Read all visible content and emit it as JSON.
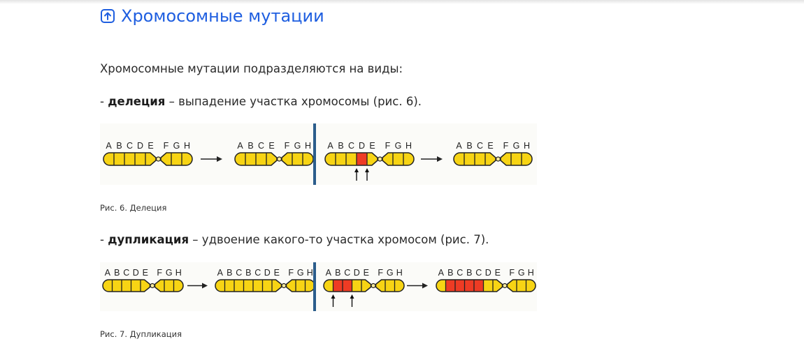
{
  "heading": {
    "title": "Хромосомные мутации",
    "icon": "arrow-up-square-icon",
    "color": "#1e5ee0"
  },
  "intro": "Хромосомные мутации подразделяются на виды:",
  "items": [
    {
      "dash": "- ",
      "term": "делеция",
      "desc": " – выпадение участка хромосомы (рис. 6).",
      "caption": "Рис. 6. Делеция"
    },
    {
      "dash": "- ",
      "term": "дупликация",
      "desc": " – удвоение какого-то участка хромосом (рис. 7).",
      "caption": "Рис. 7. Дупликация"
    }
  ],
  "colors": {
    "yellow": "#f7d414",
    "red": "#ee3b24",
    "divider": "#2b5d8c"
  },
  "figures": [
    {
      "chromosomes": [
        {
          "left": [
            "A",
            "B",
            "C",
            "D",
            "E"
          ],
          "right": [
            "F",
            "G",
            "H"
          ],
          "red": [],
          "arrows": []
        },
        {
          "left": [
            "A",
            "B",
            "C",
            "E"
          ],
          "right": [
            "F",
            "G",
            "H"
          ],
          "red": [],
          "arrows": []
        },
        {
          "left": [
            "A",
            "B",
            "C",
            "D",
            "E"
          ],
          "right": [
            "F",
            "G",
            "H"
          ],
          "red": [
            3
          ],
          "arrows": [
            3,
            4
          ]
        },
        {
          "left": [
            "A",
            "B",
            "C",
            "E"
          ],
          "right": [
            "F",
            "G",
            "H"
          ],
          "red": [],
          "arrows": []
        }
      ]
    },
    {
      "chromosomes": [
        {
          "left": [
            "A",
            "B",
            "C",
            "D",
            "E"
          ],
          "right": [
            "F",
            "G",
            "H"
          ],
          "red": [],
          "arrows": []
        },
        {
          "left": [
            "A",
            "B",
            "C",
            "B",
            "C",
            "D",
            "E"
          ],
          "right": [
            "F",
            "G",
            "H"
          ],
          "red": [],
          "arrows": []
        },
        {
          "left": [
            "A",
            "B",
            "C",
            "D",
            "E"
          ],
          "right": [
            "F",
            "G",
            "H"
          ],
          "red": [
            1,
            2
          ],
          "arrows": [
            1,
            3
          ]
        },
        {
          "left": [
            "A",
            "B",
            "C",
            "B",
            "C",
            "D",
            "E"
          ],
          "right": [
            "F",
            "G",
            "H"
          ],
          "red": [
            1,
            2,
            3,
            4
          ],
          "arrows": []
        }
      ]
    }
  ]
}
